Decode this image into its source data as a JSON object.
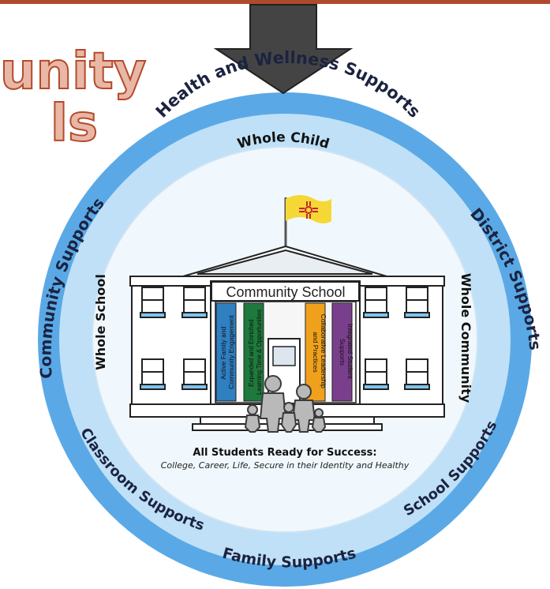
{
  "header": {
    "title_line1": "unity",
    "title_line2": "ls"
  },
  "diagram": {
    "outer_ring": {
      "top": "Health and Wellness Supports",
      "left": "Community Supports",
      "right": "District Supports",
      "bottom": "Family Supports"
    },
    "middle_ring": {
      "lower_left": "Classroom Supports",
      "lower_right": "School Supports"
    },
    "inner": {
      "top": "Whole Child",
      "left": "Whole School",
      "right": "Whole Community"
    },
    "building": {
      "sign": "Community School"
    },
    "pillars": [
      {
        "label": "Active Family and Community Engagement",
        "color": "#2f7fc1"
      },
      {
        "label": "Expanded and Enriched Learning Time & Opportunities",
        "color": "#1e7a3c"
      },
      {
        "label": "Collaborative Leadership and Practices",
        "color": "#f0a11c"
      },
      {
        "label": "Integrated Student Supports",
        "color": "#7a3f8c"
      }
    ],
    "outcome": {
      "heading": "All Students Ready for Success:",
      "subheading": "College, Career, Life, Secure in their Identity and Healthy"
    },
    "colors": {
      "outer_ring": "#5aa9e6",
      "middle_ring": "#bfe0f7",
      "inner_circle": "#f1f8fd",
      "arrow": "#444444",
      "flag": "#f5d835",
      "flag_symbol": "#c2262e"
    }
  }
}
